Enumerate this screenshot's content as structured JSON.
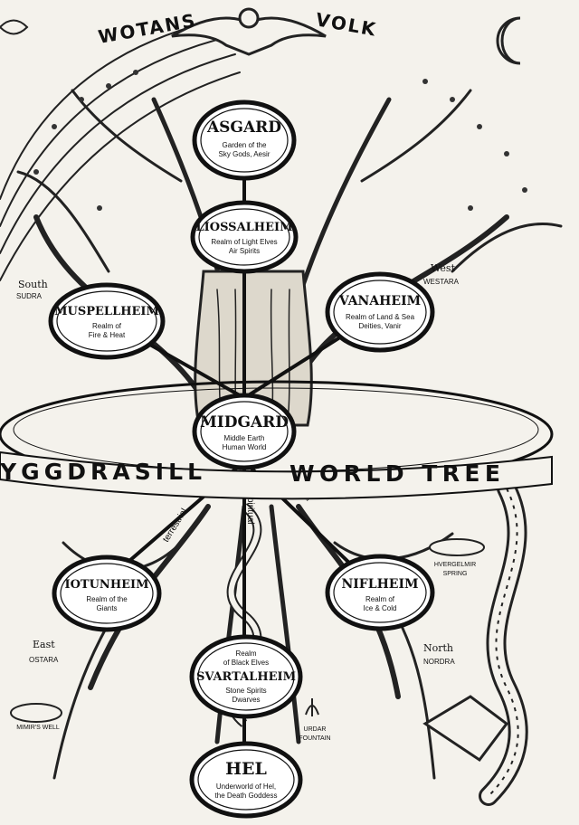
{
  "header": {
    "left_word": "WOTANS",
    "right_word": "VOLK"
  },
  "banner": {
    "left": "YGGDRASILL",
    "right": "WORLD TREE"
  },
  "realms": [
    {
      "id": "asgard",
      "title": "ASGARD",
      "lines": [
        "Garden of the",
        "Sky Gods, Aesir"
      ]
    },
    {
      "id": "liossalheim",
      "title": "LIOSSALHEIM",
      "lines": [
        "Realm of Light Elves",
        "Air Spirits"
      ]
    },
    {
      "id": "muspellheim",
      "title": "MUSPELLHEIM",
      "lines": [
        "Realm of",
        "Fire & Heat"
      ]
    },
    {
      "id": "vanaheim",
      "title": "VANAHEIM",
      "lines": [
        "Realm of Land & Sea",
        "Deities, Vanir"
      ]
    },
    {
      "id": "midgard",
      "title": "MIDGARD",
      "lines": [
        "Middle Earth",
        "Human World"
      ]
    },
    {
      "id": "iotunheim",
      "title": "IOTUNHEIM",
      "lines": [
        "Realm of the",
        "Giants"
      ]
    },
    {
      "id": "niflheim",
      "title": "NIFLHEIM",
      "lines": [
        "Realm of",
        "Ice & Cold"
      ]
    },
    {
      "id": "svartalheim",
      "title": "SVARTALHEIM",
      "pre": [
        "Realm",
        "of Black Elves"
      ],
      "lines": [
        "Stone Spirits",
        "Dwarves"
      ]
    },
    {
      "id": "hel",
      "title": "HEL",
      "lines": [
        "Underworld of Hel,",
        "the Death Goddess"
      ]
    }
  ],
  "directions": {
    "south": {
      "name": "South",
      "norse": "SUDRA"
    },
    "west": {
      "name": "West",
      "norse": "WESTARA"
    },
    "east": {
      "name": "East",
      "norse": "OSTARA"
    },
    "north": {
      "name": "North",
      "norse": "NORDRA"
    }
  },
  "wells": {
    "hvergelmir": [
      "HVERGELMIR",
      "SPRING"
    ],
    "mimir": "MIMIR'S WELL",
    "urdar": [
      "URDAR",
      "FOUNTAIN"
    ]
  },
  "spokes": {
    "left": "terrestrial",
    "center": "spiritual",
    "right": "infernal"
  },
  "colors": {
    "ink": "#111111",
    "paper": "#f4f2ec"
  }
}
